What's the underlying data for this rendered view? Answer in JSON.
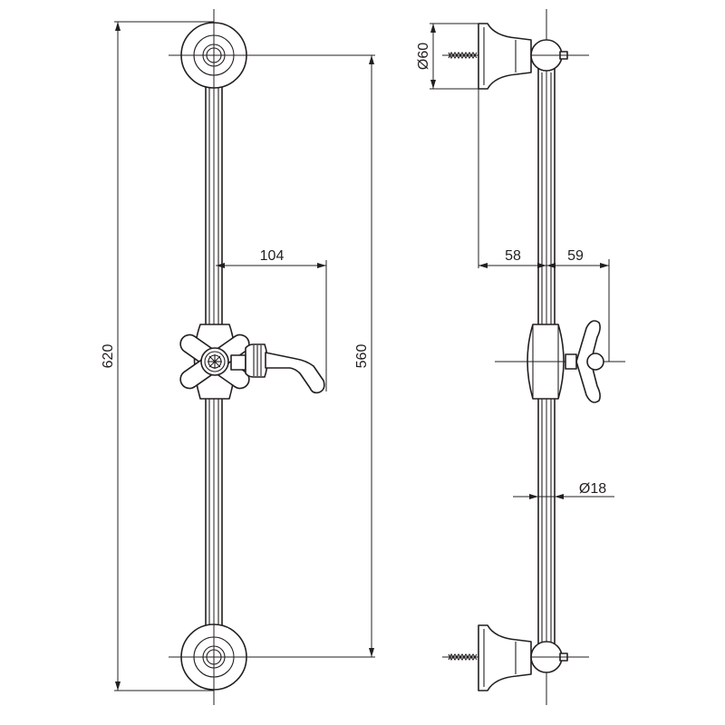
{
  "dimensions": {
    "overall_height": "620",
    "mount_spacing": "560",
    "holder_reach": "104",
    "wall_to_bar": "58",
    "bar_to_knob": "59",
    "flange_diameter": "Ø60",
    "bar_diameter": "Ø18"
  }
}
